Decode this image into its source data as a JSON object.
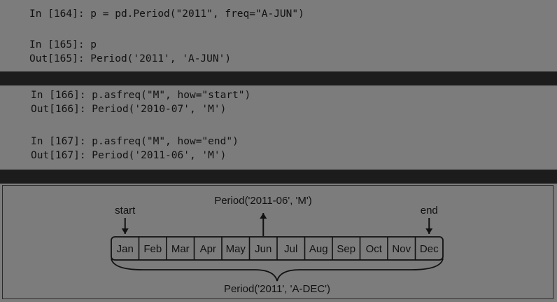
{
  "code_cells": [
    {
      "id": "in164",
      "text": "In [164]: p = pd.Period(\"2011\", freq=\"A-JUN\")"
    },
    {
      "id": "in165",
      "text": "In [165]: p"
    },
    {
      "id": "out165",
      "text": "Out[165]: Period('2011', 'A-JUN')"
    },
    {
      "id": "in166",
      "text": "In [166]: p.asfreq(\"M\", how=\"start\")"
    },
    {
      "id": "out166",
      "text": "Out[166]: Period('2010-07', 'M')"
    },
    {
      "id": "in167",
      "text": "In [167]: p.asfreq(\"M\", how=\"end\")"
    },
    {
      "id": "out167",
      "text": "Out[167]: Period('2011-06', 'M')"
    }
  ],
  "diagram": {
    "top_label": "Period('2011-06', 'M')",
    "start_label": "start",
    "end_label": "end",
    "bottom_label": "Period('2011', 'A-DEC')",
    "months": [
      "Jan",
      "Feb",
      "Mar",
      "Apr",
      "May",
      "Jun",
      "Jul",
      "Aug",
      "Sep",
      "Oct",
      "Nov",
      "Dec"
    ],
    "start_index": 0,
    "end_index": 11,
    "highlight_index": 5
  },
  "colors": {
    "background": "#7c7c7c",
    "band": "#1c1c1c",
    "ink": "#111111"
  }
}
